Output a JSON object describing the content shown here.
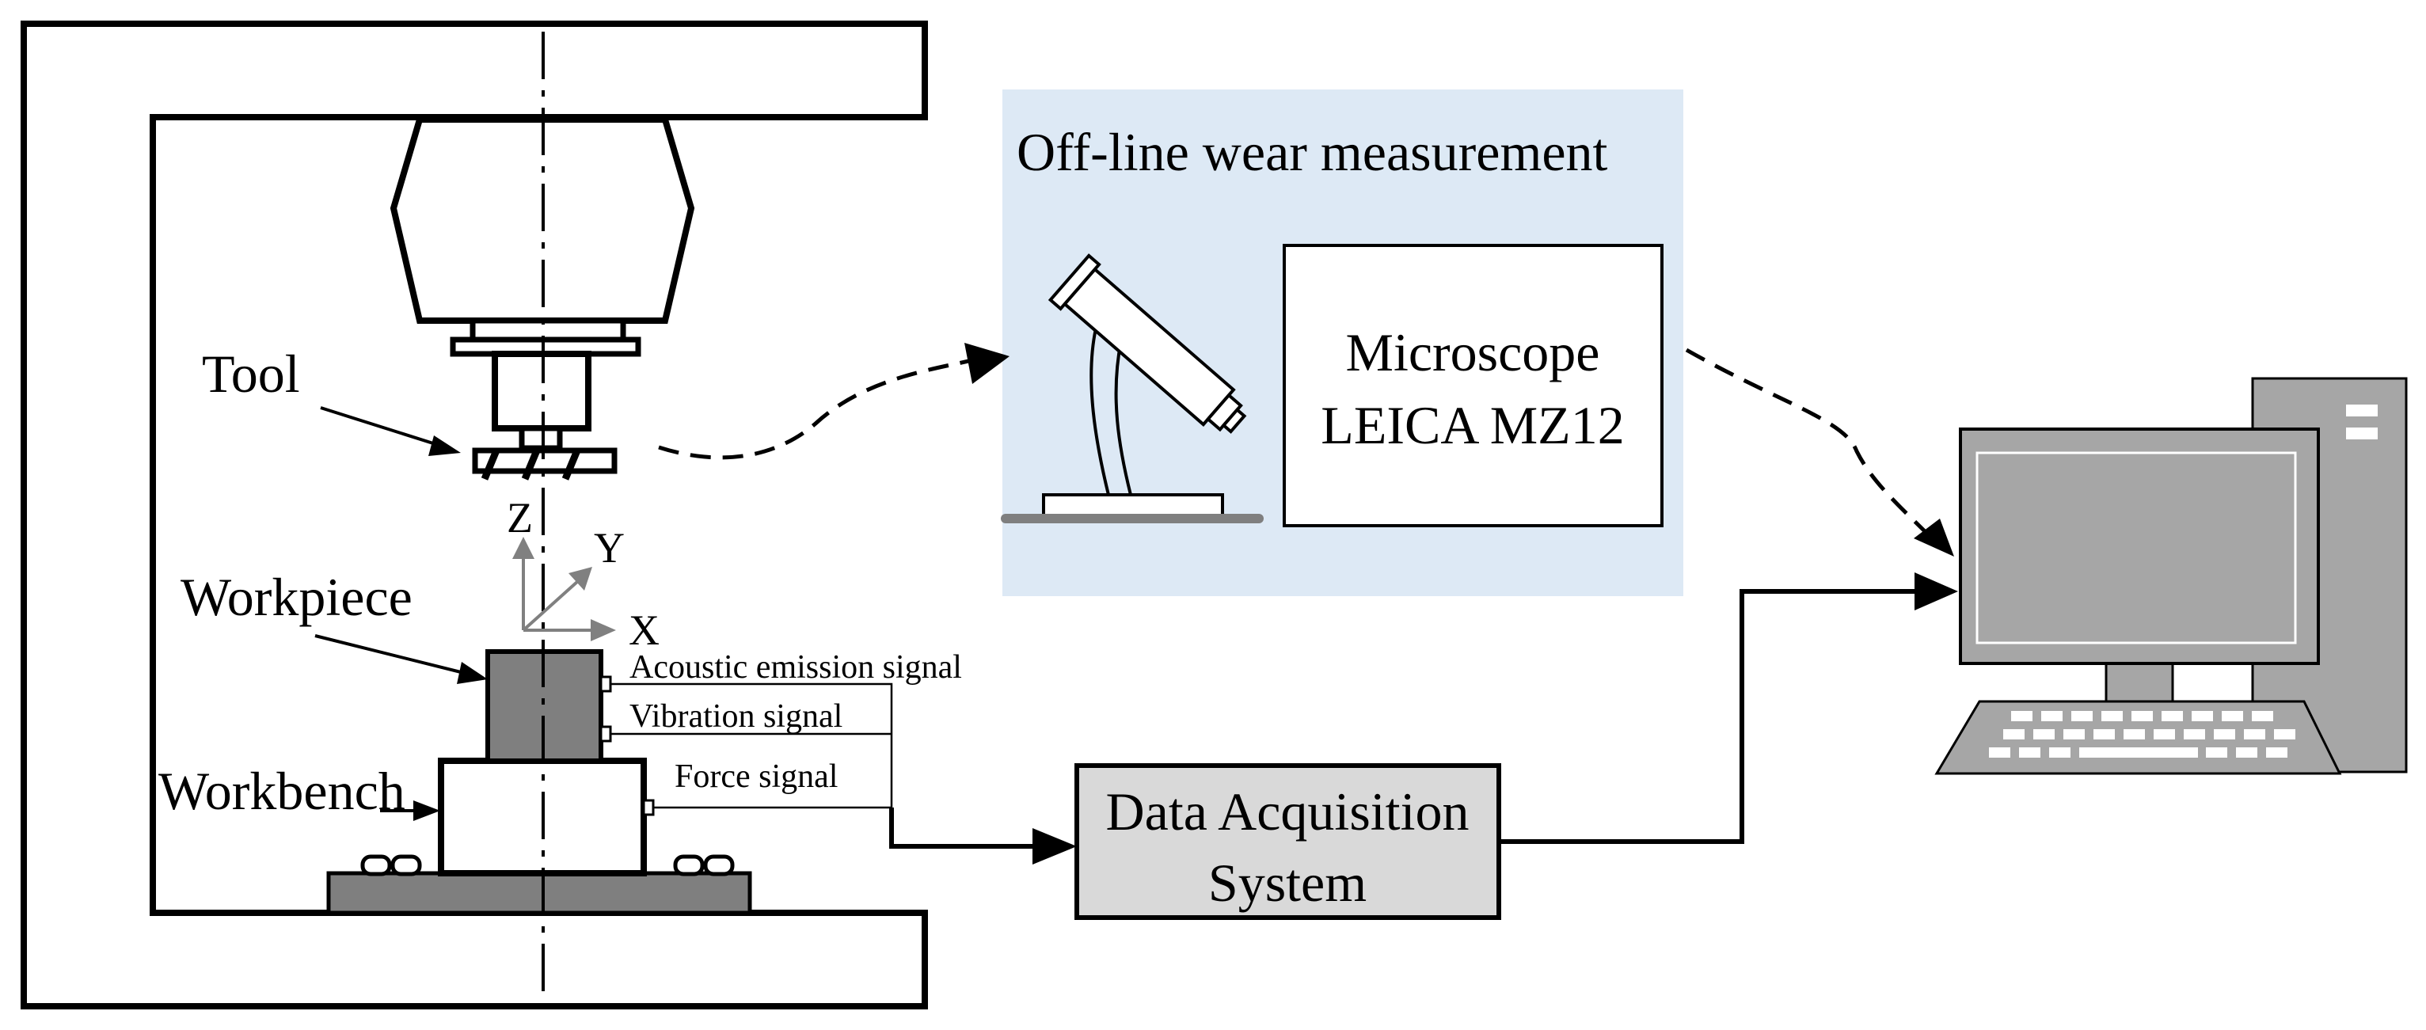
{
  "machine": {
    "tool_label": "Tool",
    "workpiece_label": "Workpiece",
    "workbench_label": "Workbench",
    "axes": {
      "z": "Z",
      "y": "Y",
      "x": "X"
    }
  },
  "signals": {
    "acoustic": "Acoustic emission signal",
    "vibration": "Vibration signal",
    "force": "Force signal"
  },
  "offline": {
    "title": "Off-line wear measurement",
    "microscope_line1": "Microscope",
    "microscope_line2": "LEICA MZ12"
  },
  "daq": {
    "line1": "Data Acquisition",
    "line2": "System"
  },
  "colors": {
    "panel_blue": "#dde9f5",
    "dark_gray": "#7f7f7f",
    "light_gray": "#d9d9d9",
    "computer_gray": "#a6a6a6"
  },
  "icons": [
    "microscope-icon",
    "computer-icon",
    "spindle-icon"
  ]
}
